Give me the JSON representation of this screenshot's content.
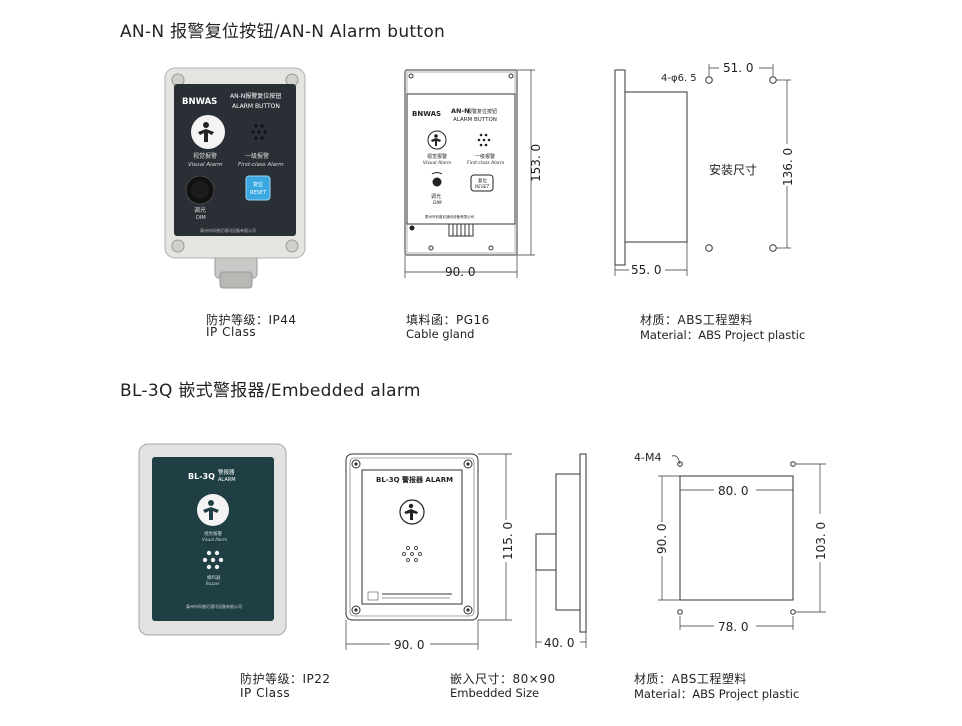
{
  "section1": {
    "title": "AN-N 报警复位按钮/AN-N  Alarm button",
    "product": {
      "brand": "BNWAS",
      "model_cn": "AN-N报警复位按钮",
      "model_en": "ALARM BUTTON",
      "visual_cn": "视觉报警",
      "visual_en": "Visual Alarm",
      "first_cn": "一级报警",
      "first_en": "First-class Alarm",
      "dim_cn": "调光",
      "dim_en": "DIM",
      "reset_cn": "复位",
      "reset_en": "RESET",
      "company_cn": "泰州市科普尼通讯设备有限公司"
    },
    "front_drawing": {
      "brand": "BNWAS",
      "model": "AN-N",
      "model_cn": "报警复位按钮",
      "model_en": "ALARM BUTTON",
      "visual_cn": "视觉报警",
      "visual_en": "Visual Alarm",
      "first_cn": "一级报警",
      "first_en": "First-class Alarm",
      "dim_cn": "调光",
      "dim_en": "DIM",
      "reset_cn": "复位",
      "reset_en": "RESET",
      "company": "泰州市科普尼通讯设备有限公司",
      "width": "90. 0",
      "height": "153. 0"
    },
    "side_drawing": {
      "holes": "4-φ6. 5",
      "top": "51. 0",
      "install_label": "安装尺寸",
      "right": "136. 0",
      "bottom": "55. 0"
    },
    "captions": [
      {
        "line1": "防护等级：IP44",
        "line2": "IP Class"
      },
      {
        "line1": "填料函：PG16",
        "line2": "Cable gland"
      },
      {
        "line1": "材质：ABS工程塑料",
        "line2": "Material：ABS Project plastic"
      }
    ]
  },
  "section2": {
    "title": "BL-3Q 嵌式警报器/Embedded alarm",
    "product": {
      "model": "BL-3Q",
      "model_cn": "警报器",
      "model_en": "ALARM",
      "visual_cn": "视觉报警",
      "visual_en": "Visual Alarm",
      "buzzer_cn": "蜂鸣器",
      "buzzer_en": "Buzzer",
      "company_cn": "泰州市科普尼通讯设备有限公司"
    },
    "front_drawing": {
      "label": "BL-3Q 警报器 ALARM",
      "height": "115. 0",
      "width": "90. 0"
    },
    "side_drawing": {
      "depth": "40. 0"
    },
    "mount_drawing": {
      "holes": "4-M4",
      "top": "80. 0",
      "left": "90. 0",
      "right": "103. 0",
      "bottom": "78. 0"
    },
    "captions": [
      {
        "line1": "防护等级：IP22",
        "line2": "IP Class"
      },
      {
        "line1": "嵌入尺寸：80×90",
        "line2": "Embedded Size"
      },
      {
        "line1": "材质：ABS工程塑料",
        "line2": "Material：ABS Project plastic"
      }
    ]
  },
  "colors": {
    "panel_dark": "#2a2f36",
    "panel_teal": "#1f3f44",
    "reset_blue": "#3aa7e0",
    "housing": "#e3e3e0"
  }
}
